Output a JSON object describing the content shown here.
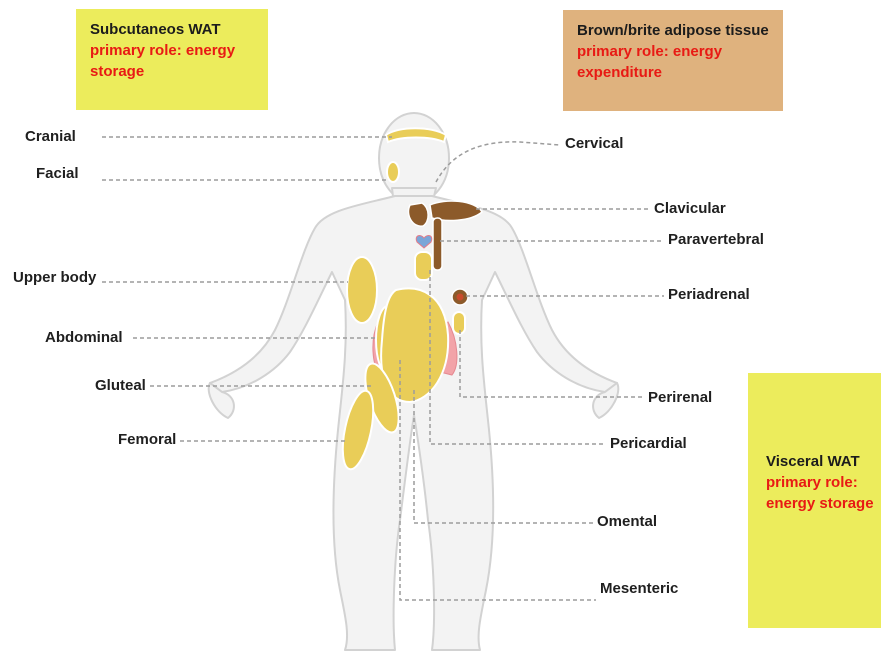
{
  "boxes": {
    "subcutaneous": {
      "title": "Subcutaneos WAT",
      "role": "primary role: energy storage",
      "color": "#ecec5c"
    },
    "brown": {
      "title": "Brown/brite adipose tissue",
      "role": "primary role: energy expenditure",
      "color": "#dfb27e"
    },
    "visceral": {
      "title": "Visceral WAT",
      "role": "primary role: energy storage",
      "color": "#ecec5c"
    }
  },
  "labels": {
    "cranial": "Cranial",
    "facial": "Facial",
    "upper_body": "Upper body",
    "abdominal": "Abdominal",
    "gluteal": "Gluteal",
    "femoral": "Femoral",
    "cervical": "Cervical",
    "clavicular": "Clavicular",
    "paravertebral": "Paravertebral",
    "periadrenal": "Periadrenal",
    "perirenal": "Perirenal",
    "pericardial": "Pericardial",
    "omental": "Omental",
    "mesenteric": "Mesenteric"
  },
  "colors": {
    "white_fat": "#e9cd58",
    "brown_fat": "#8a5a2b",
    "body": "#f2f2f2",
    "body_outline": "#d4d4d4",
    "intestine": "#f0a0a6",
    "leader_line": "#9a9a9a"
  }
}
